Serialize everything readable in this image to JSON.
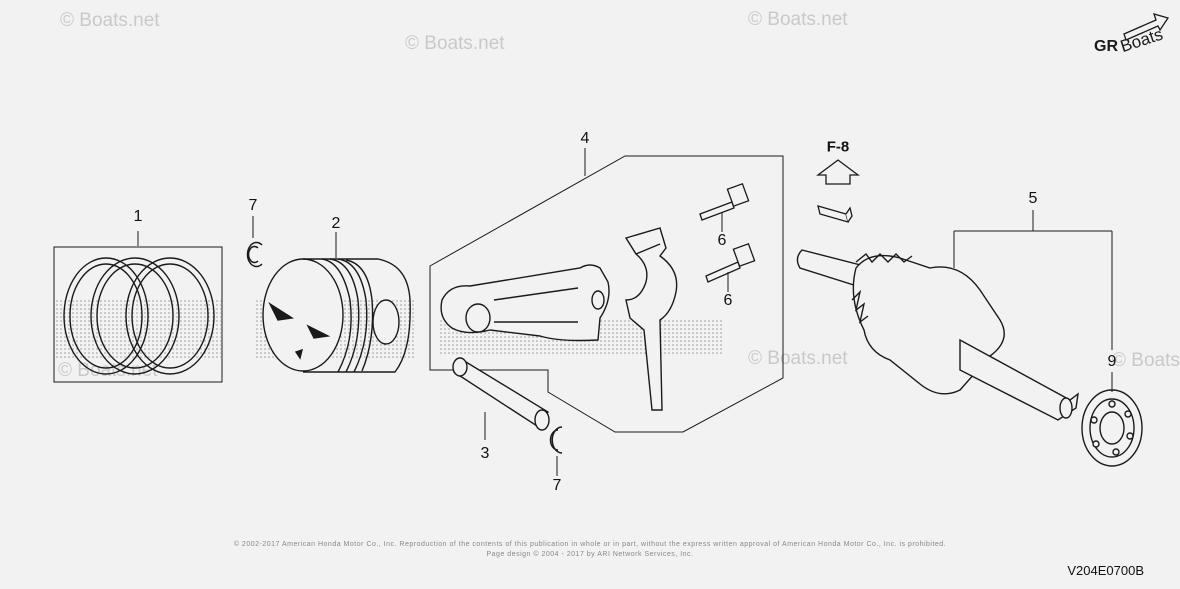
{
  "watermark": "© Boats.net",
  "corner_badge": "Boats",
  "corner_badge_prefix": "GR",
  "reference": "F-8",
  "diagram_code": "V204E0700B",
  "copyright_line1": "© 2002-2017 American Honda Motor Co., Inc. Reproduction of the contents of this publication in whole or in part, without the express written approval of American Honda Motor Co., Inc. is prohibited.",
  "copyright_line2": "Page design © 2004 - 2017 by ARI Network Services, Inc.",
  "callouts": {
    "piston_ring_set": "1",
    "piston": "2",
    "piston_pin": "3",
    "connecting_rod_assembly": "4",
    "crankshaft": "5",
    "rod_bolt_upper": "6",
    "rod_bolt_lower": "6",
    "pin_clip_upper": "7",
    "pin_clip_lower": "7",
    "bearing": "9"
  },
  "colors": {
    "line": "#1a1a1a",
    "background": "#f2f2f2",
    "stipple": "#9a9a9a"
  }
}
